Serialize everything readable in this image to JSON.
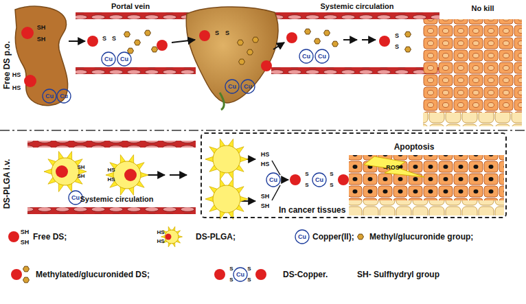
{
  "diagram": {
    "nodes": [
      {
        "text": [
          "In cancer tissues"
        ]
      }
    ],
    "labels": [
      "Free DS p.o.",
      "Portal vein",
      "Systemic circulation",
      "No kill",
      "SH",
      "SH",
      "HS",
      "HS",
      "Cu",
      "Cu",
      "Cu",
      "Cu",
      "Cu",
      "Cu",
      "Cu",
      "Cu",
      "DS-PLGA i.v.",
      "SH",
      "SH",
      "HS",
      "HS",
      "Cu",
      "Systemic circulation",
      "HS",
      "HS",
      "Cu",
      "SH",
      "SH",
      "S",
      "S",
      "Cu",
      "S",
      "S",
      "Apoptosis",
      "ROS",
      "SH",
      "SH",
      "HS",
      "HS",
      "Cu",
      "S",
      "S",
      "Cu",
      "S",
      "S",
      "S",
      "S",
      "S",
      "S",
      "S",
      "S"
    ],
    "legend": [
      {
        "text": "Free DS;"
      },
      {
        "text": "DS-PLGA;"
      },
      {
        "text": "Copper(II);"
      },
      {
        "text": "Methyl/glucuronide group;"
      },
      {
        "text": "Methylated/glucuronided DS;"
      },
      {
        "text": "DS-Copper."
      },
      {
        "text": "SH- Sulfhydryl group"
      }
    ]
  }
}
